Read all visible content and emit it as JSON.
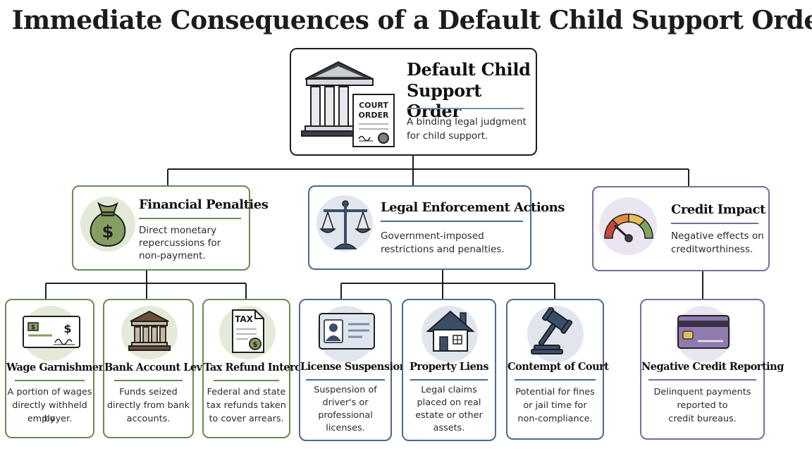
{
  "title": "Immediate Consequences of a Default Child Support Order",
  "root": {
    "title_line1": "Default Child",
    "title_line2": "Support Order",
    "description_line1": "A binding legal judgment",
    "description_line2": "for child support.",
    "icon": "courthouse-with-court-order-icon",
    "document_text_line1": "COURT",
    "document_text_line2": "ORDER"
  },
  "categories": [
    {
      "title": "Financial Penalties",
      "description_lines": [
        "Direct monetary",
        "repercussions for",
        "non-payment."
      ],
      "icon": "money-bag-icon",
      "accent": "#6b8a55",
      "children": [
        {
          "title": "Wage Garnishment",
          "description_lines": [
            "A portion of wages",
            "directly withheld by",
            "employer."
          ],
          "icon": "paycheck-icon"
        },
        {
          "title": "Bank Account Levy",
          "description_lines": [
            "Funds seized",
            "directly from bank",
            "accounts."
          ],
          "icon": "bank-icon"
        },
        {
          "title": "Tax Refund Intercept",
          "description_lines": [
            "Federal and state",
            "tax refunds taken",
            "to cover arrears."
          ],
          "icon": "tax-document-icon",
          "icon_text": "TAX"
        }
      ]
    },
    {
      "title": "Legal Enforcement Actions",
      "description_lines": [
        "Government-imposed",
        "restrictions and penalties."
      ],
      "icon": "scales-of-justice-icon",
      "accent": "#4b6a8e",
      "children": [
        {
          "title": "License Suspension",
          "description_lines": [
            "Suspension of",
            "driver's or",
            "professional",
            "licenses."
          ],
          "icon": "id-card-icon"
        },
        {
          "title": "Property Liens",
          "description_lines": [
            "Legal claims",
            "placed on real",
            "estate or other",
            "assets."
          ],
          "icon": "house-icon"
        },
        {
          "title": "Contempt of Court",
          "description_lines": [
            "Potential for fines",
            "or jail time for",
            "non-compliance."
          ],
          "icon": "gavel-icon"
        }
      ]
    },
    {
      "title": "Credit Impact",
      "description_lines": [
        "Negative effects on",
        "creditworthiness."
      ],
      "icon": "credit-gauge-icon",
      "accent": "#7d6a9a",
      "children": [
        {
          "title": "Negative Credit Reporting",
          "description_lines": [
            "Delinquent payments",
            "reported to",
            "credit bureaus."
          ],
          "icon": "credit-card-icon"
        }
      ]
    }
  ],
  "colors": {
    "green": "#6b8a55",
    "blue": "#4b6a8e",
    "purple": "#7d6a9a",
    "connector": "#1f1f1f"
  }
}
